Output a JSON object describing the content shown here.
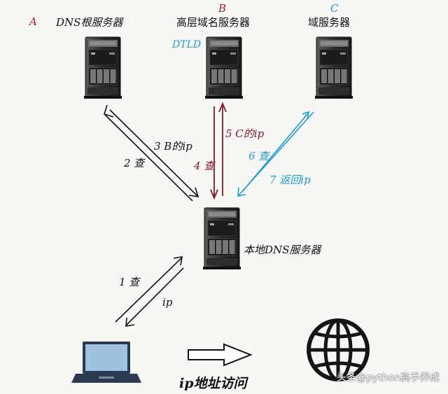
{
  "nodes": {
    "root": {
      "letter": "A",
      "label": "DNS根服务器"
    },
    "tld": {
      "letter": "B",
      "label": "高层域名服务器",
      "tag": "DTLD"
    },
    "auth": {
      "letter": "C",
      "label": "域服务器"
    },
    "local": {
      "label": "本地DNS服务器"
    }
  },
  "steps": {
    "s1": "1 查",
    "s1r": "ip",
    "s2": "2 查",
    "s3": "3 B的ip",
    "s4": "4 查",
    "s5": "5 C的ip",
    "s6": "6 查",
    "s7": "7 返回ip"
  },
  "bottom": {
    "caption": "ip地址访问"
  },
  "watermark": "头条@python高手养成",
  "colors": {
    "black": "#111111",
    "red": "#8b1a2a",
    "blue": "#1e9ad6"
  },
  "icons": [
    "server-icon",
    "laptop-icon",
    "globe-icon",
    "arrow-right-icon"
  ]
}
